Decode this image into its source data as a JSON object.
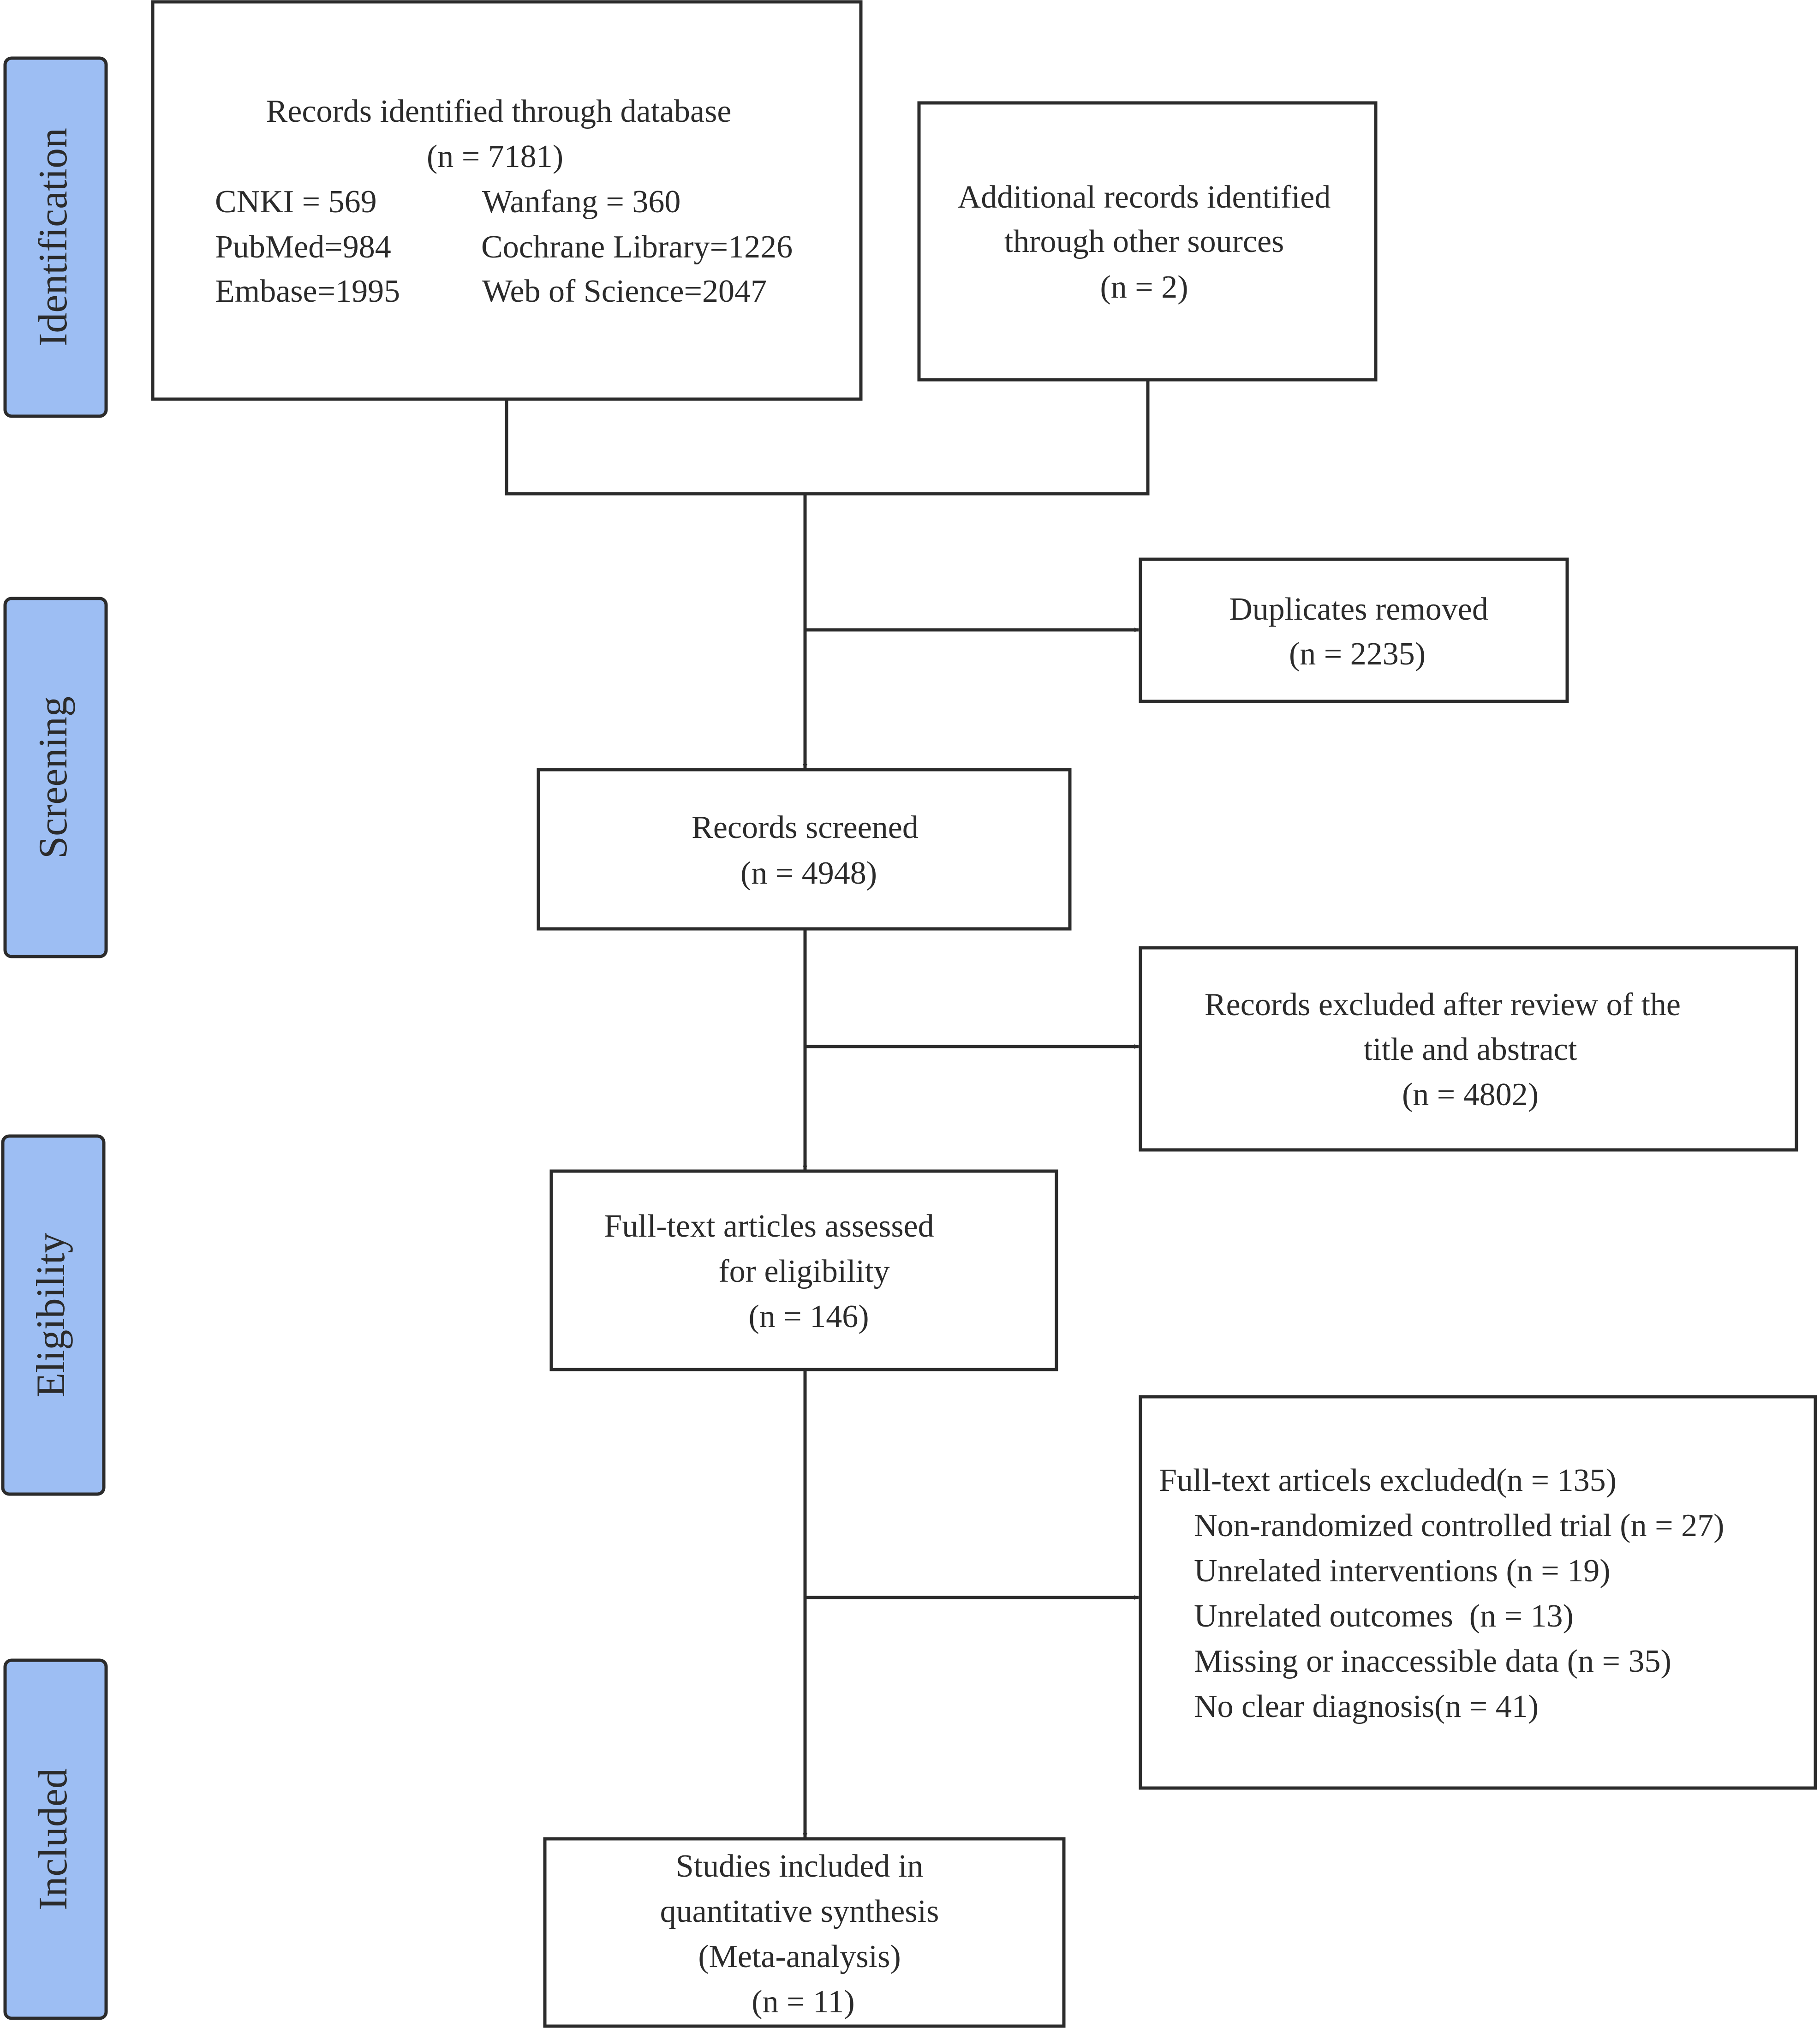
{
  "stages": {
    "identification": "Identification",
    "screening": "Screening",
    "eligibility": "Eligibility",
    "included": "Included"
  },
  "records_database": {
    "line1": "Records identified through database",
    "line2": "(n = 7181)",
    "sources": {
      "cnki": "CNKI = 569",
      "wanfang": "Wanfang = 360",
      "pubmed": "PubMed=984",
      "cochrane": "Cochrane Library=1226",
      "embase": "Embase=1995",
      "wos": "Web of Science=2047"
    }
  },
  "additional_records": {
    "line1": "Additional records identified",
    "line2": "through other sources",
    "line3": "(n = 2)"
  },
  "duplicates": {
    "line1": "Duplicates removed",
    "line2": "(n = 2235)"
  },
  "screened": {
    "line1": "Records screened",
    "line2": "(n = 4948)"
  },
  "excluded_title": {
    "line1": "Records excluded after review of the",
    "line2": "title and abstract",
    "line3": "(n = 4802)"
  },
  "fulltext_assessed": {
    "line1": "Full-text articles assessed",
    "line2": "for eligibility",
    "line3": "(n = 146)"
  },
  "fulltext_excluded": {
    "header": "Full-text articels excluded(n = 135)",
    "reasons": [
      "Non-randomized controlled trial (n = 27)",
      "Unrelated interventions (n = 19)",
      "Unrelated outcomes  (n = 13)",
      "Missing or inaccessible data (n = 35)",
      "No clear diagnosis(n = 41)"
    ]
  },
  "included_studies": {
    "line1": "Studies included in",
    "line2": "quantitative synthesis",
    "line3": "(Meta-analysis)",
    "line4": "(n = 11)"
  }
}
